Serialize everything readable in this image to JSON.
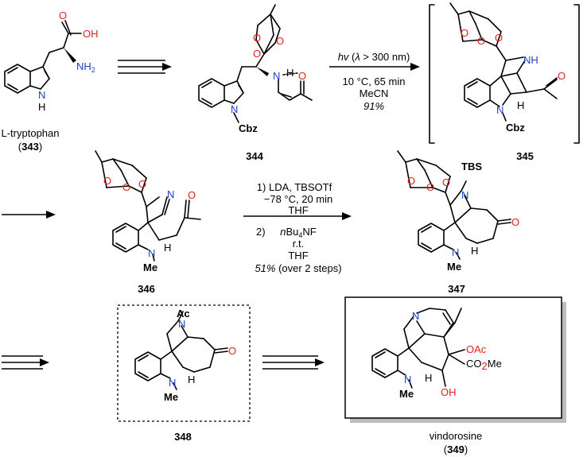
{
  "compounds": {
    "c343": {
      "name": "L-tryptophan",
      "number": "343",
      "open": "(",
      "close": ")"
    },
    "c344": {
      "number": "344"
    },
    "c345": {
      "number": "345"
    },
    "c346": {
      "number": "346"
    },
    "c347": {
      "number": "347"
    },
    "c348": {
      "number": "348"
    },
    "c349": {
      "name": "vindorosine",
      "number": "349",
      "open": "(",
      "close": ")"
    }
  },
  "step1": {
    "line1_a": "hv",
    "line1_b": " (",
    "line1_c": "λ",
    "line1_d": " > 300 nm)",
    "line2": "10 °C, 65 min",
    "line3": "MeCN",
    "line4": "91%"
  },
  "step2": {
    "line1": "1) LDA, TBSOTf",
    "line2": "−78 °C, 20 min",
    "line3": "THF",
    "line4_num": "2)",
    "line4_a": "n",
    "line4_b": "Bu",
    "line4_sub": "4",
    "line4_c": "NF",
    "line5": "r.t.",
    "line6": "THF",
    "line7_a": "51%",
    "line7_b": " (over 2 steps)"
  },
  "atoms": {
    "OH": "OH",
    "NH2": "NH",
    "sub2": "2",
    "H": "H",
    "N": "N",
    "O": "O",
    "Cbz": "Cbz",
    "NH": "NH",
    "Me": "Me",
    "TBS": "TBS",
    "Ac": "Ac",
    "OAc": "OAc",
    "CO2Me_a": "CO",
    "CO2Me_sub": "2",
    "CO2Me_b": "Me"
  },
  "colors": {
    "nitrogen": "#1f3fc4",
    "oxygen": "#e0241b",
    "bond": "#000000"
  }
}
